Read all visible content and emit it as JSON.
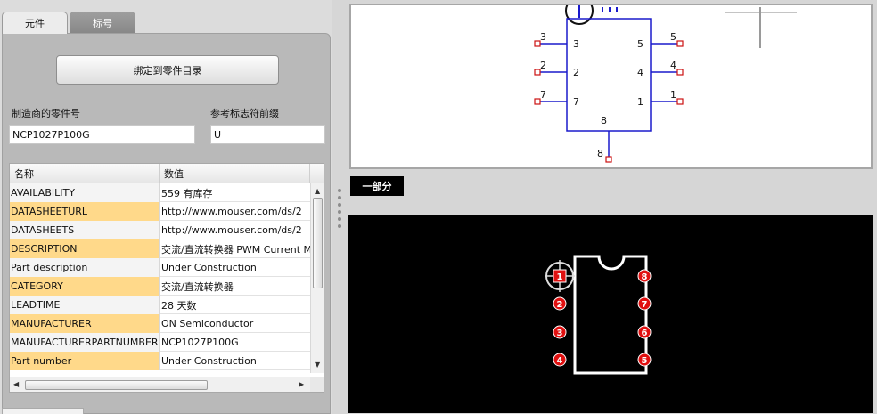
{
  "tabs": {
    "parts": "元件",
    "label": "标号"
  },
  "bind_button": "绑定到零件目录",
  "mfr_part_label": "制造商的零件号",
  "mfr_part_value": "NCP1027P100G",
  "ref_prefix_label": "参考标志符前缀",
  "ref_prefix_value": "U",
  "table": {
    "headers": [
      "名称",
      "数值"
    ],
    "rows": [
      {
        "name": "AVAILABILITY",
        "value": "559 有库存"
      },
      {
        "name": "DATASHEETURL",
        "value": "http://www.mouser.com/ds/2"
      },
      {
        "name": "DATASHEETS",
        "value": "http://www.mouser.com/ds/2"
      },
      {
        "name": "DESCRIPTION",
        "value": "交流/直流转换器 PWM Current M"
      },
      {
        "name": "Part description",
        "value": "Under Construction"
      },
      {
        "name": "CATEGORY",
        "value": "交流/直流转换器"
      },
      {
        "name": "LEADTIME",
        "value": "28 天数"
      },
      {
        "name": "MANUFACTURER",
        "value": "ON Semiconductor"
      },
      {
        "name": "MANUFACTURERPARTNUMBER",
        "value": "NCP1027P100G"
      },
      {
        "name": "Part number",
        "value": "Under Construction"
      }
    ]
  },
  "scroll": {
    "up": "▲",
    "down": "▼",
    "left": "◀",
    "right": "▶"
  },
  "schematic": {
    "left_pins": [
      {
        "outer": "3",
        "inner": "3"
      },
      {
        "outer": "2",
        "inner": "2"
      },
      {
        "outer": "7",
        "inner": "7"
      }
    ],
    "right_pins": [
      {
        "outer": "5",
        "inner": "5"
      },
      {
        "outer": "4",
        "inner": "4"
      },
      {
        "outer": "1",
        "inner": "1"
      }
    ],
    "bottom_pin_inner": "8",
    "bottom_pin_outer": "8",
    "colors": {
      "body": "#1a1acc",
      "pin_end": "#cc1111"
    }
  },
  "part_tab": "一部分",
  "pcb": {
    "left_pads": [
      "1",
      "2",
      "3",
      "4"
    ],
    "right_pads": [
      "8",
      "7",
      "6",
      "5"
    ],
    "colors": {
      "pad": "#e01010",
      "outline": "#ffffff"
    }
  }
}
